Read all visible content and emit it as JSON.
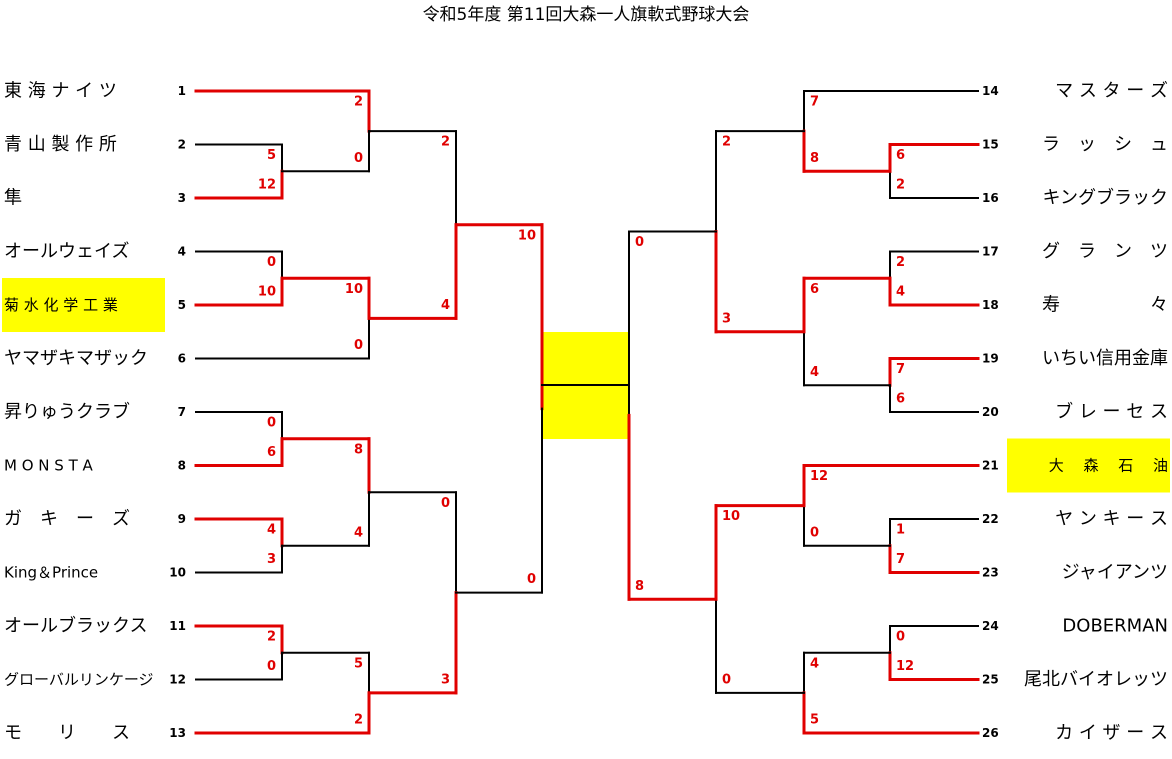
{
  "title": "令和5年度 第11回大森一人旗軟式野球大会",
  "colors": {
    "win": "#e00000",
    "lose": "#000000",
    "highlight": "#ffff00"
  },
  "left_teams": [
    {
      "seed": "1",
      "name": "東 海 ナ イ ツ"
    },
    {
      "seed": "2",
      "name": "青 山 製 作 所"
    },
    {
      "seed": "3",
      "name": "隼"
    },
    {
      "seed": "4",
      "name": "オールウェイズ"
    },
    {
      "seed": "5",
      "name": "菊 水 化 学 工 業",
      "highlight": true
    },
    {
      "seed": "6",
      "name": "ヤマザキマザック"
    },
    {
      "seed": "7",
      "name": "昇りゅうクラブ"
    },
    {
      "seed": "8",
      "name": "M O N S T A"
    },
    {
      "seed": "9",
      "name": "ガ　キ　ー　ズ"
    },
    {
      "seed": "10",
      "name": "King＆Prince"
    },
    {
      "seed": "11",
      "name": "オールブラックス"
    },
    {
      "seed": "12",
      "name": "グローバルリンケージ"
    },
    {
      "seed": "13",
      "name": "モ　　リ　　ス"
    }
  ],
  "right_teams": [
    {
      "seed": "14",
      "name": "マ ス タ ー ズ"
    },
    {
      "seed": "15",
      "name": "ラ　ッ　シ　ュ"
    },
    {
      "seed": "16",
      "name": "キングブラック"
    },
    {
      "seed": "17",
      "name": "グ　ラ　ン　ツ"
    },
    {
      "seed": "18",
      "name": "寿　　　　　々"
    },
    {
      "seed": "19",
      "name": "いちい信用金庫"
    },
    {
      "seed": "20",
      "name": "ブ レ ー セ ス"
    },
    {
      "seed": "21",
      "name": "大 　森 　石 　油",
      "highlight": true
    },
    {
      "seed": "22",
      "name": "ヤ ン キ ー ス"
    },
    {
      "seed": "23",
      "name": "ジャイアンツ"
    },
    {
      "seed": "24",
      "name": "DOBERMAN"
    },
    {
      "seed": "25",
      "name": "尾北バイオレッツ"
    },
    {
      "seed": "26",
      "name": "カ イ ザ ー ス"
    }
  ],
  "left_games": [
    {
      "a": "t2",
      "b": "t3",
      "sa": "5",
      "sb": "12",
      "w": "b"
    },
    {
      "a": "t4",
      "b": "t5",
      "sa": "0",
      "sb": "10",
      "w": "b"
    },
    {
      "a": "t7",
      "b": "t8",
      "sa": "0",
      "sb": "6",
      "w": "b"
    },
    {
      "a": "t9",
      "b": "t10",
      "sa": "4",
      "sb": "3",
      "w": "a"
    },
    {
      "a": "t11",
      "b": "t12",
      "sa": "2",
      "sb": "0",
      "w": "a"
    },
    {
      "a": "t1",
      "b": "g0",
      "sa": "2",
      "sb": "0",
      "w": "a"
    },
    {
      "a": "g1",
      "b": "t6",
      "sa": "10",
      "sb": "0",
      "w": "a"
    },
    {
      "a": "g2",
      "b": "g3",
      "sa": "8",
      "sb": "4",
      "w": "a"
    },
    {
      "a": "g4",
      "b": "t13",
      "sa": "5",
      "sb": "2",
      "w": "b"
    },
    {
      "a": "g5",
      "b": "g6",
      "sa": "2",
      "sb": "4",
      "w": "b"
    },
    {
      "a": "g7",
      "b": "g8",
      "sa": "0",
      "sb": "3",
      "w": "b"
    },
    {
      "a": "g9",
      "b": "g10",
      "sa": "10",
      "sb": "0",
      "w": "a"
    }
  ],
  "right_games": [
    {
      "a": "t15",
      "b": "t16",
      "sa": "6",
      "sb": "2",
      "w": "a"
    },
    {
      "a": "t17",
      "b": "t18",
      "sa": "2",
      "sb": "4",
      "w": "b"
    },
    {
      "a": "t19",
      "b": "t20",
      "sa": "7",
      "sb": "6",
      "w": "a"
    },
    {
      "a": "t22",
      "b": "t23",
      "sa": "1",
      "sb": "7",
      "w": "b"
    },
    {
      "a": "t24",
      "b": "t25",
      "sa": "0",
      "sb": "12",
      "w": "b"
    },
    {
      "a": "t14",
      "b": "g0",
      "sa": "7",
      "sb": "8",
      "w": "b"
    },
    {
      "a": "g1",
      "b": "g2",
      "sa": "6",
      "sb": "4",
      "w": "a"
    },
    {
      "a": "t21",
      "b": "g3",
      "sa": "12",
      "sb": "0",
      "w": "a"
    },
    {
      "a": "g4",
      "b": "t26",
      "sa": "4",
      "sb": "5",
      "w": "b"
    },
    {
      "a": "g5",
      "b": "g6",
      "sa": "2",
      "sb": "3",
      "w": "b"
    },
    {
      "a": "g7",
      "b": "g8",
      "sa": "10",
      "sb": "0",
      "w": "a"
    },
    {
      "a": "g9",
      "b": "g10",
      "sa": "0",
      "sb": "8",
      "w": "b"
    }
  ],
  "final": {
    "left": "g11",
    "right": "g11"
  }
}
